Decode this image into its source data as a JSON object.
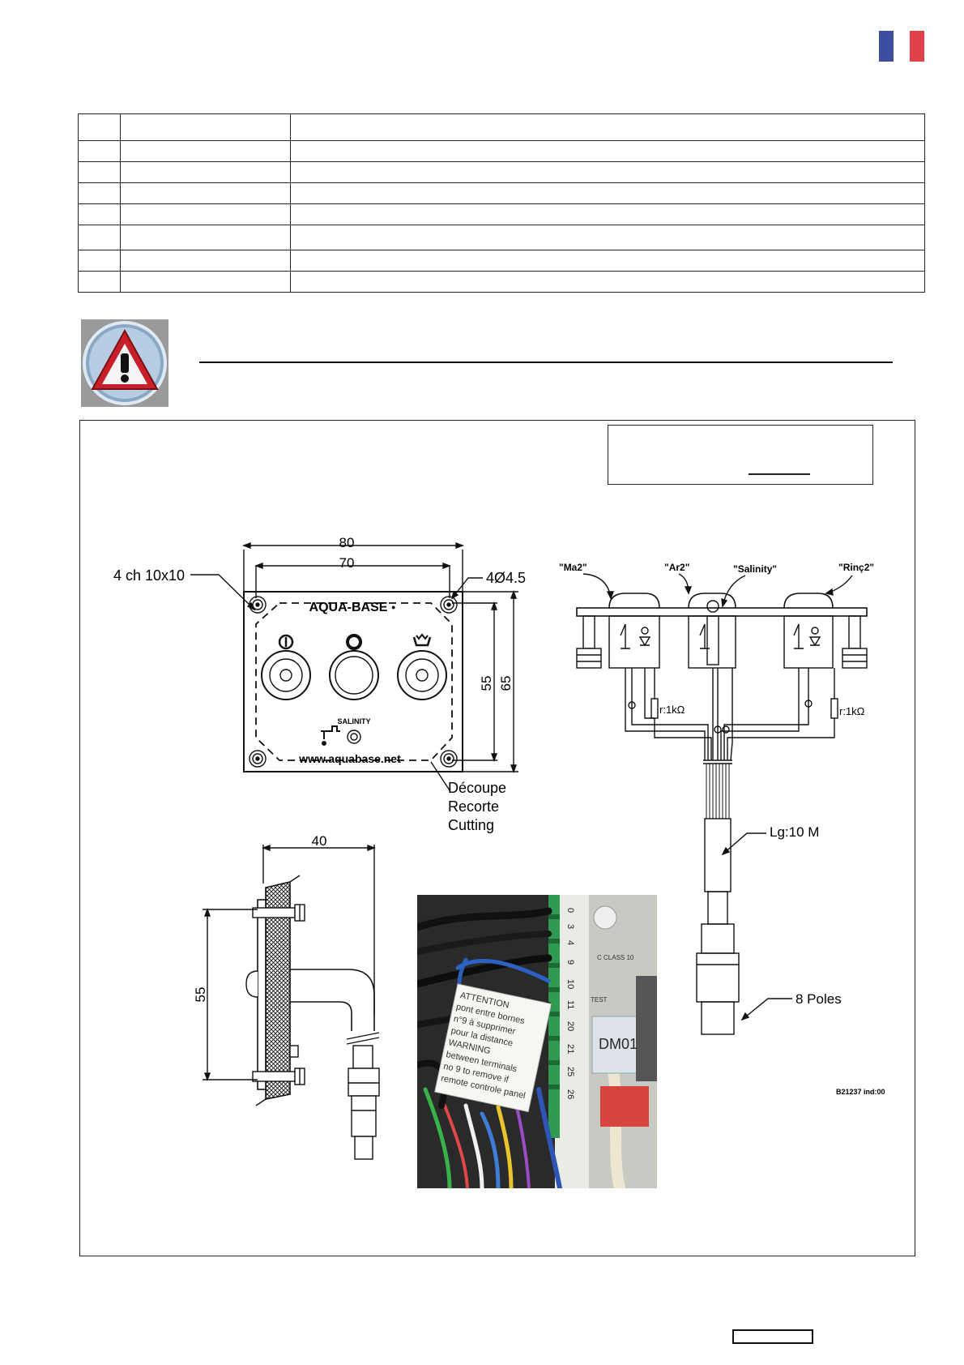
{
  "front_panel": {
    "dim_width_outer": "80",
    "dim_width_inner": "70",
    "dim_height_inner": "55",
    "dim_height_outer": "65",
    "chamfer_label": "4 ch  10x10",
    "hole_label": "4Ø4.5",
    "brand": "AQUA-BASE",
    "brand_mark": "●",
    "salinity_label": "SALINITY",
    "website": "www.aquabase.net",
    "cutout_labels": [
      "Découpe",
      "Recorte",
      "Cutting"
    ]
  },
  "side_view": {
    "dim_depth": "40",
    "dim_height": "55"
  },
  "wiring": {
    "button_labels": [
      "\"Ma2\"",
      "\"Ar2\"",
      "\"Salinity\"",
      "\"Rinç2\""
    ],
    "resistor_label": "r:1kΩ",
    "cable_length": "Lg:10 M",
    "connector": "8  Poles",
    "drawing_ref": "B21237 ind:00"
  },
  "photo": {
    "terminal_numbers": [
      "0",
      "3",
      "4",
      "9",
      "10",
      "11",
      "20",
      "21",
      "25",
      "26"
    ],
    "sticker_lines": [
      "ATTENTION",
      "pont entre bornes",
      "n°9 à supprimer",
      "pour la distance",
      "WARNING",
      "between terminals",
      "no 9 to remove if",
      "remote controle panel"
    ],
    "module_label": "DM01",
    "breaker_text": "C CLASS 10",
    "test_label": "TEST"
  },
  "colors": {
    "flag_blue": "#3d4ea0",
    "flag_red": "#e0424a",
    "warning_red": "#c8202a",
    "warning_bg": "#8aa7c6"
  }
}
